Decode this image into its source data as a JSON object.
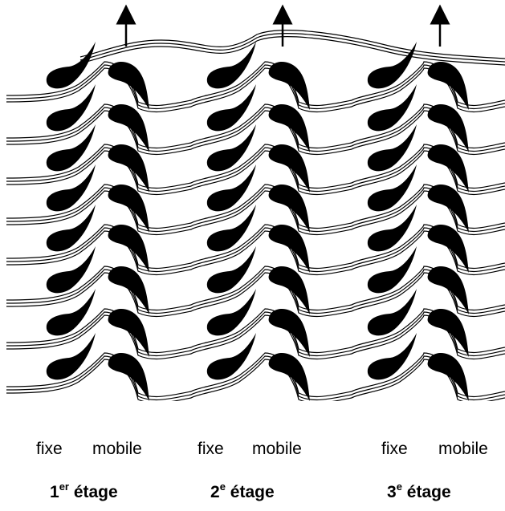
{
  "labels": {
    "fixe_1": "fixe",
    "mobile_1": "mobile",
    "fixe_2": "fixe",
    "mobile_2": "mobile",
    "fixe_3": "fixe",
    "mobile_3": "mobile"
  },
  "stages": [
    {
      "number": "1",
      "suffix": "er",
      "word": "étage"
    },
    {
      "number": "2",
      "suffix": "e",
      "word": "étage"
    },
    {
      "number": "3",
      "suffix": "e",
      "word": "étage"
    }
  ]
}
